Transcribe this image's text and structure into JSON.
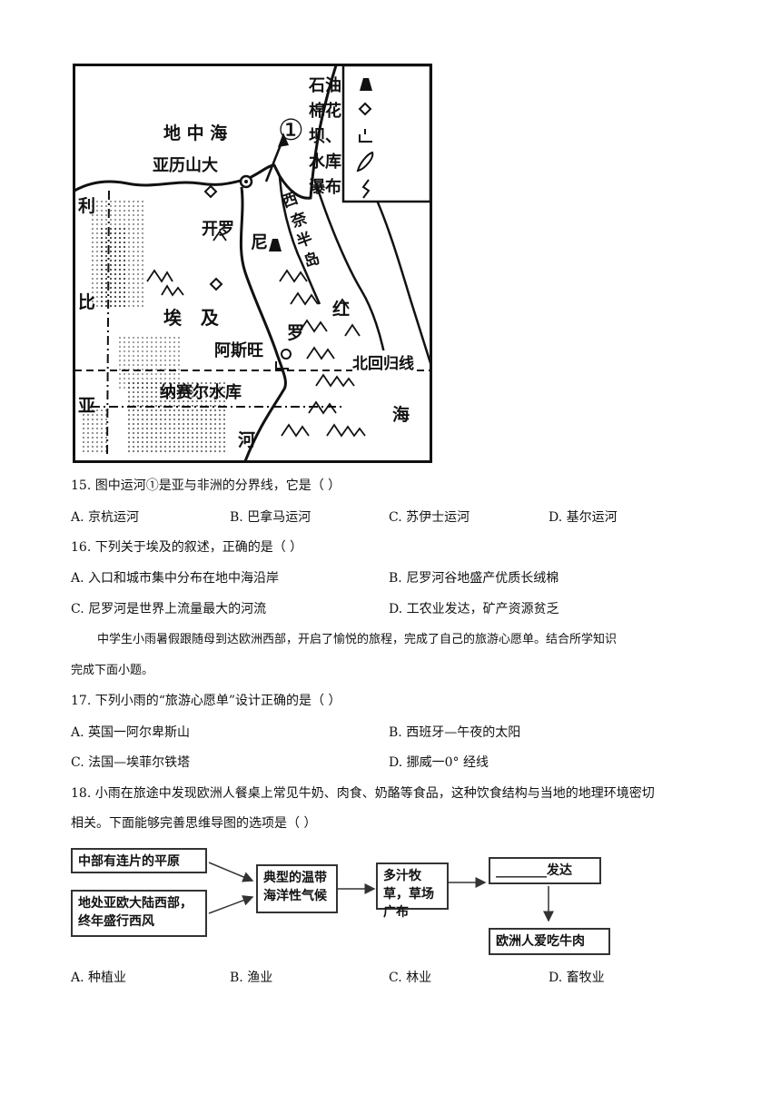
{
  "map": {
    "legend": {
      "oil": "石油",
      "cotton": "棉花",
      "dam_top": "坝、",
      "dam_bottom": "水库",
      "waterfall": "瀑布"
    },
    "labels": {
      "mediterranean": "地 中 海",
      "circle": "①",
      "alexandria": "亚历山大",
      "cairo": "开罗",
      "sinai": [
        "西",
        "奈",
        "半",
        "岛"
      ],
      "libya": [
        "利",
        "比",
        "亚"
      ],
      "nile": [
        "尼",
        "罗",
        "河"
      ],
      "egypt": "埃   及",
      "red_sea": [
        "红",
        "海"
      ],
      "aswan": "阿斯旺",
      "tropic": "北回归线",
      "lake_nasser": "纳赛尔水库"
    }
  },
  "q15": {
    "stem": "15.  图中运河①是亚与非洲的分界线，它是（     ）",
    "options": [
      "A.  京杭运河",
      "B.  巴拿马运河",
      "C.  苏伊士运河",
      "D.  基尔运河"
    ]
  },
  "q16": {
    "stem": "16.  下列关于埃及的叙述，正确的是（     ）",
    "options": [
      "A.  入口和城市集中分布在地中海沿岸",
      "B.  尼罗河谷地盛产优质长绒棉",
      "C.  尼罗河是世界上流量最大的河流",
      "D.  工农业发达，矿产资源贫乏"
    ]
  },
  "passage": {
    "line1": "中学生小雨暑假跟随母到达欧洲西部，开启了愉悦的旅程，完成了自己的旅游心愿单。结合所学知识",
    "line2": "完成下面小题。"
  },
  "q17": {
    "stem": "17.  下列小雨的“旅游心愿单”设计正确的是（     ）",
    "options": [
      "A.  英国一阿尔卑斯山",
      "B.  西班牙—午夜的太阳",
      "C.  法国—埃菲尔铁塔",
      "D.  挪威一0°  经线"
    ]
  },
  "q18": {
    "stem_line1": "18.  小雨在旅途中发现欧洲人餐桌上常见牛奶、肉食、奶酪等食品，这种饮食结构与当地的地理环境密切",
    "stem_line2": "相关。下面能够完善思维导图的选项是（     ）",
    "options": [
      "A.  种植业",
      "B.  渔业",
      "C.  林业",
      "D.  畜牧业"
    ]
  },
  "mindmap": {
    "box1": "中部有连片的平原",
    "box2": "地处亚欧大陆西部，终年盛行西风",
    "box3": "典型的温带海洋性气候",
    "box4": "多汁牧草，草场广布",
    "box5_blank": "________",
    "box5_text": "发达",
    "box6": "欧洲人爱吃牛肉"
  }
}
